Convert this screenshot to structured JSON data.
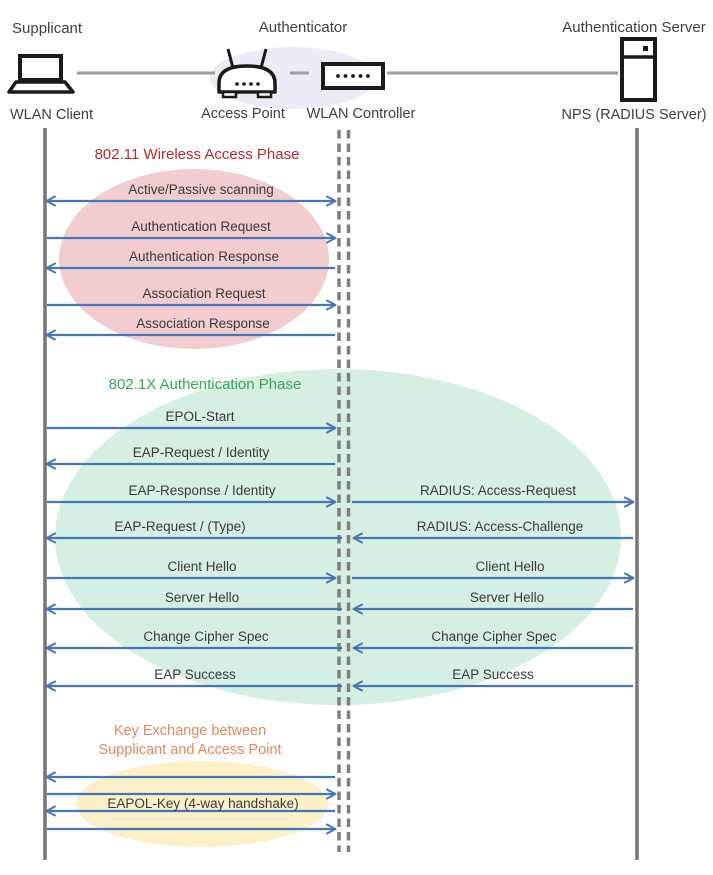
{
  "header": {
    "roles": {
      "supplicant": "Supplicant",
      "authenticator": "Authenticator",
      "server": "Authentication Server"
    },
    "devices": {
      "client": "WLAN Client",
      "ap": "Access Point",
      "controller": "WLAN Controller",
      "nps": "NPS (RADIUS Server)"
    }
  },
  "phases": {
    "p1": {
      "title": "802.11 Wireless Access Phase"
    },
    "p2": {
      "title": "802.1X Authentication Phase"
    },
    "p3": {
      "title_line1": "Key Exchange between",
      "title_line2": "Supplicant and Access Point"
    }
  },
  "left_messages": [
    "Active/Passive scanning",
    "Authentication Request",
    "Authentication Response",
    "Association Request",
    "Association Response",
    "EPOL-Start",
    "EAP-Request / Identity",
    "EAP-Response / Identity",
    "EAP-Request / (Type)",
    "Client Hello",
    "Server Hello",
    "Change Cipher Spec",
    "EAP Success",
    "EAPOL-Key (4-way handshake)"
  ],
  "right_messages": [
    "RADIUS: Access-Request",
    "RADIUS: Access-Challenge",
    "Client Hello",
    "Server Hello",
    "Change Cipher Spec",
    "EAP Success"
  ],
  "colors": {
    "arrow": "#4676BA",
    "lifeline": "#757575",
    "phase1_title": "#B12A31",
    "phase1_fill": "#F3CCCF",
    "phase2_title": "#36A757",
    "phase2_fill": "#D5EFE0",
    "phase3_title": "#E2895F",
    "phase3_fill": "#FCF0C9",
    "authenticator_fill": "#EAEDF6",
    "icon_stroke": "#1A1A1A"
  }
}
